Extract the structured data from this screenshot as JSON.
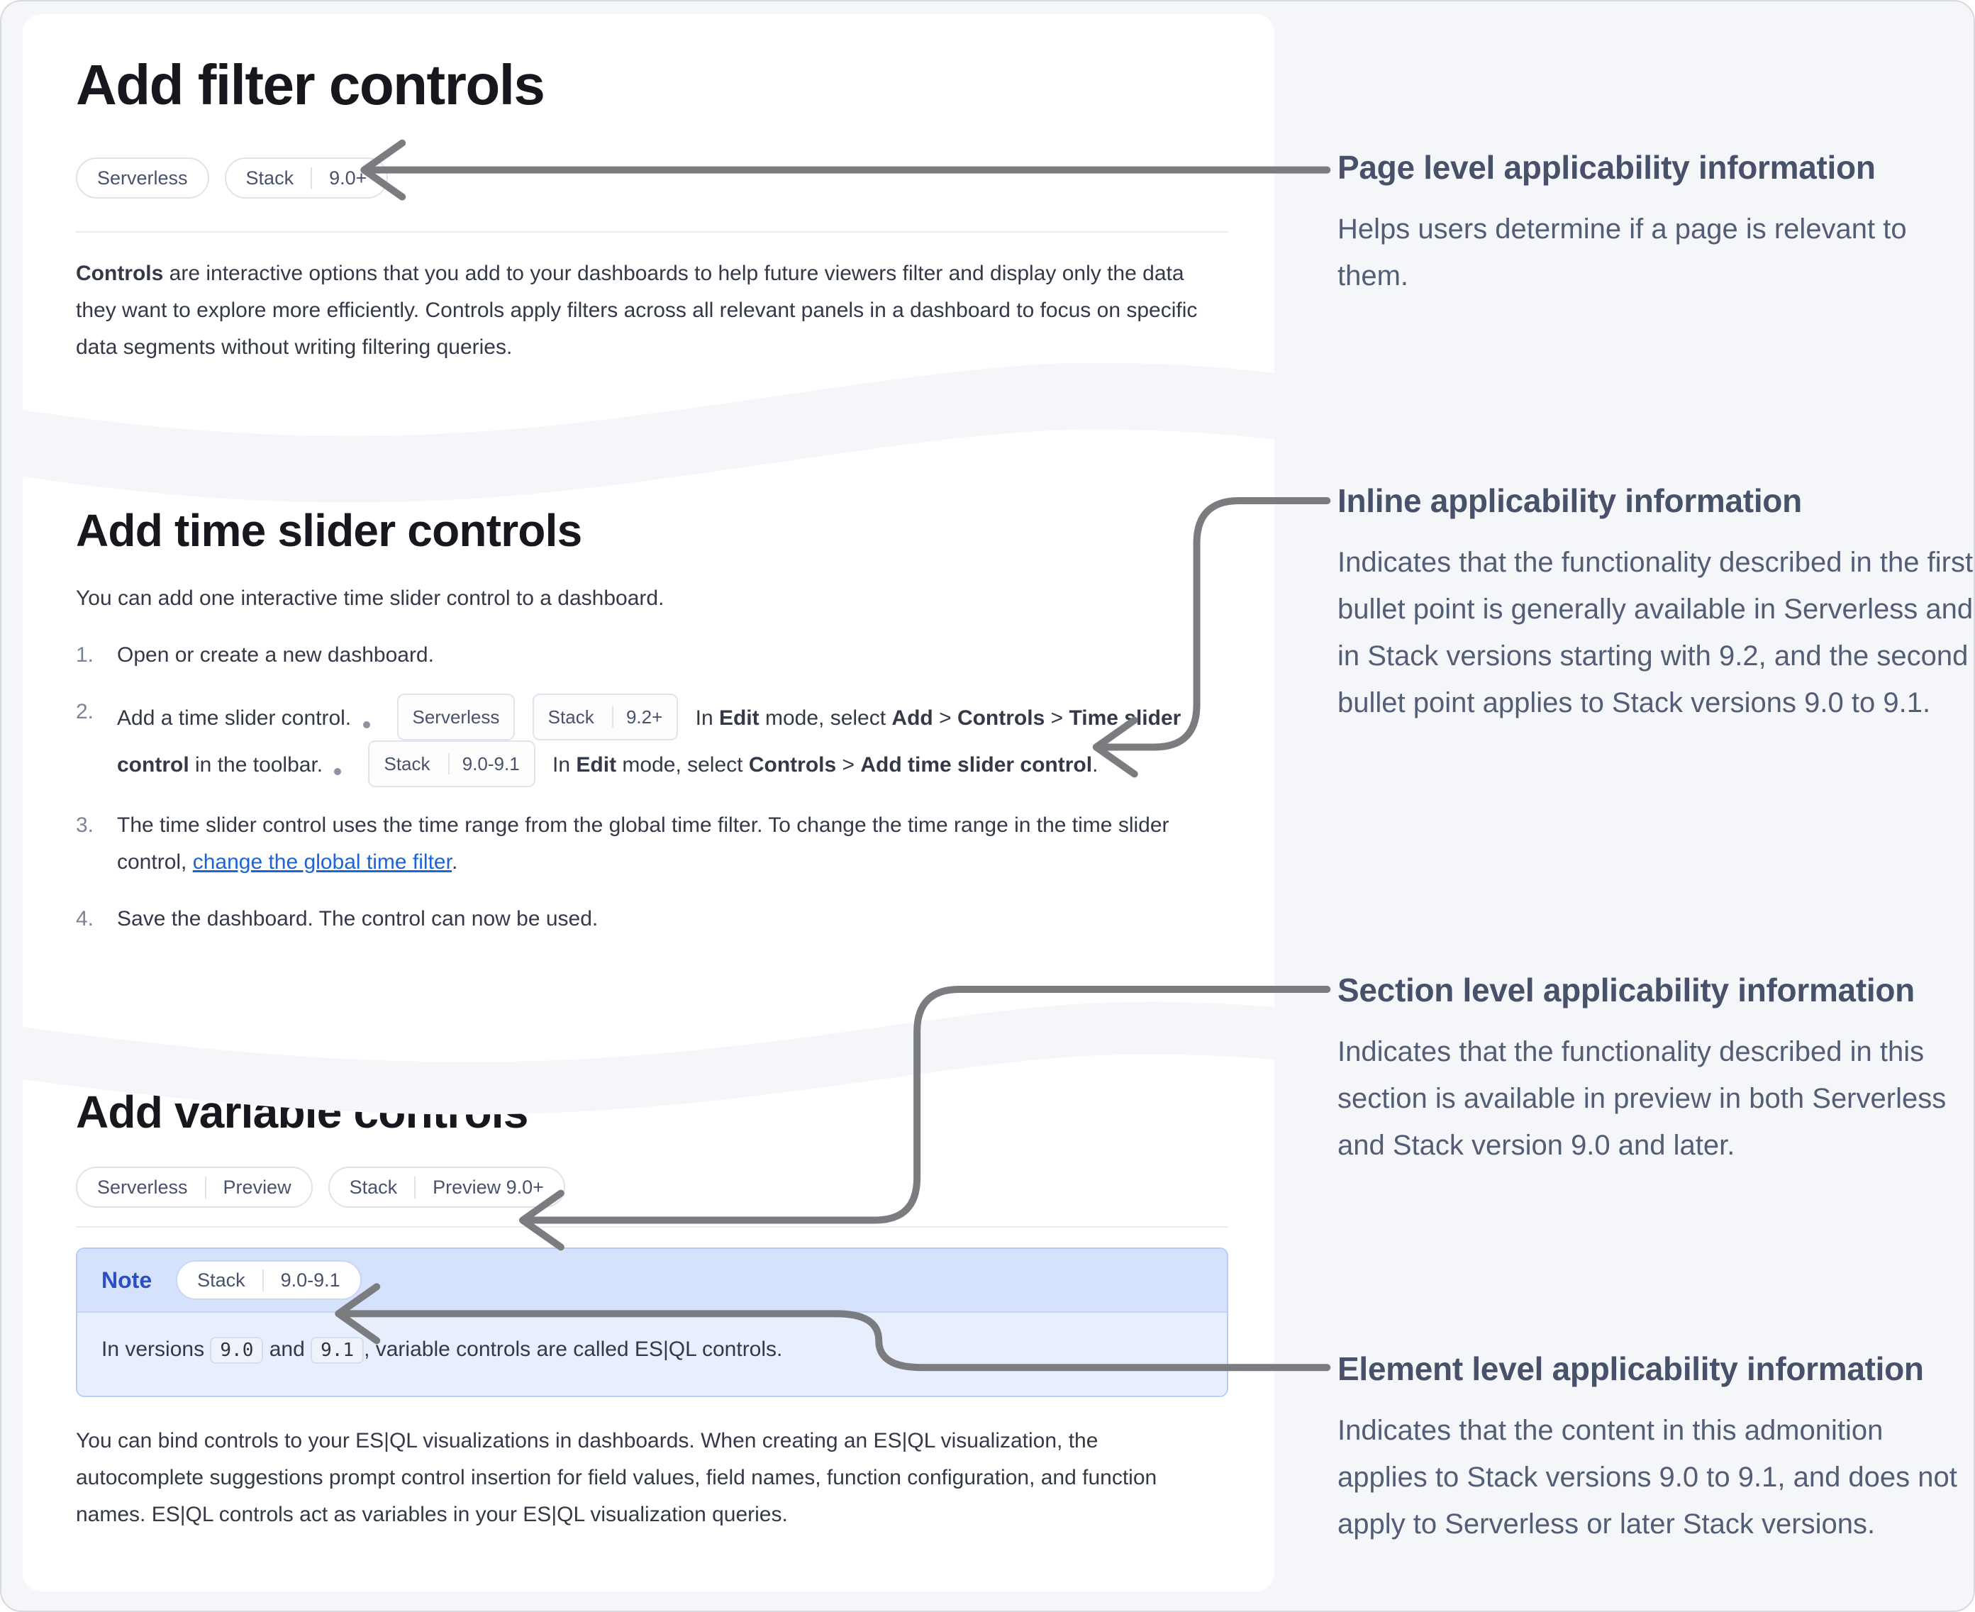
{
  "page": {
    "background": "#f4f6f9",
    "card_background": "#ffffff",
    "arrow_color": "#7a7c7f",
    "link_color": "#1b64da",
    "note_header_color": "#d6e2fb",
    "note_body_color": "#e7eefc",
    "note_title_color": "#2a4fc4"
  },
  "cards": [
    {
      "heading": "Add filter controls",
      "badges": [
        {
          "parts": [
            "Serverless"
          ]
        },
        {
          "parts": [
            "Stack",
            "9.0+"
          ]
        }
      ],
      "paragraph_segments": [
        {
          "t": "Controls",
          "b": true
        },
        {
          "t": " are interactive options that you add to your dashboards to help future viewers filter and display only the data they want to explore more efficiently. Controls apply filters across all relevant panels in a dashboard to focus on specific data segments without writing filtering queries."
        }
      ]
    },
    {
      "heading": "Add time slider controls",
      "intro": "You can add one interactive time slider control to a dashboard.",
      "steps": [
        {
          "number": "1.",
          "segments": [
            {
              "t": "Open or create a new dashboard."
            }
          ]
        },
        {
          "number": "2.",
          "segments": [
            {
              "t": "Add a time slider control."
            }
          ],
          "bullets": [
            {
              "badges": [
                {
                  "parts": [
                    "Serverless"
                  ]
                },
                {
                  "parts": [
                    "Stack",
                    "9.2+"
                  ]
                }
              ],
              "segments": [
                {
                  "t": "In "
                },
                {
                  "t": "Edit",
                  "b": true
                },
                {
                  "t": " mode, select "
                },
                {
                  "t": "Add",
                  "b": true
                },
                {
                  "t": " > "
                },
                {
                  "t": "Controls",
                  "b": true
                },
                {
                  "t": " > "
                },
                {
                  "t": "Time slider control",
                  "b": true
                },
                {
                  "t": " in the toolbar."
                }
              ]
            },
            {
              "badges": [
                {
                  "parts": [
                    "Stack",
                    "9.0-9.1"
                  ]
                }
              ],
              "segments": [
                {
                  "t": "In "
                },
                {
                  "t": "Edit",
                  "b": true
                },
                {
                  "t": " mode, select "
                },
                {
                  "t": "Controls",
                  "b": true
                },
                {
                  "t": " > "
                },
                {
                  "t": "Add time slider control",
                  "b": true
                },
                {
                  "t": "."
                }
              ]
            }
          ]
        },
        {
          "number": "3.",
          "segments": [
            {
              "t": "The time slider control uses the time range from the global time filter. To change the time range in the time slider control, "
            },
            {
              "t": "change the global time filter",
              "link": true
            },
            {
              "t": "."
            }
          ]
        },
        {
          "number": "4.",
          "segments": [
            {
              "t": "Save the dashboard. The control can now be used."
            }
          ]
        }
      ]
    },
    {
      "heading": "Add variable controls",
      "badges": [
        {
          "parts": [
            "Serverless",
            "Preview"
          ]
        },
        {
          "parts": [
            "Stack",
            "Preview 9.0+"
          ]
        }
      ],
      "note": {
        "title": "Note",
        "badge": {
          "parts": [
            "Stack",
            "9.0-9.1"
          ]
        },
        "segments": [
          {
            "t": "In versions "
          },
          {
            "t": "9.0",
            "code": true
          },
          {
            "t": " and "
          },
          {
            "t": "9.1",
            "code": true
          },
          {
            "t": ", variable controls are called ES|QL controls."
          }
        ]
      },
      "paragraph": "You can bind controls to your ES|QL visualizations in dashboards. When creating an ES|QL visualization, the autocomplete suggestions prompt control insertion for field values, field names, function configuration, and function names. ES|QL controls act as variables in your ES|QL visualization queries."
    }
  ],
  "annotations": [
    {
      "title": "Page level applicability information",
      "body": "Helps users determine if a page is relevant to them."
    },
    {
      "title": "Inline applicability information",
      "body": "Indicates that the functionality described in the first bullet point is generally available in Serverless and in Stack versions starting with 9.2, and the second bullet point applies to Stack versions 9.0 to 9.1."
    },
    {
      "title": "Section level applicability information",
      "body": "Indicates that the functionality described in this section is available in preview in both Serverless and Stack version 9.0 and later."
    },
    {
      "title": "Element level applicability information",
      "body": "Indicates that the content in this admonition applies to Stack versions 9.0 to 9.1, and does not apply to Serverless or later Stack versions."
    }
  ]
}
